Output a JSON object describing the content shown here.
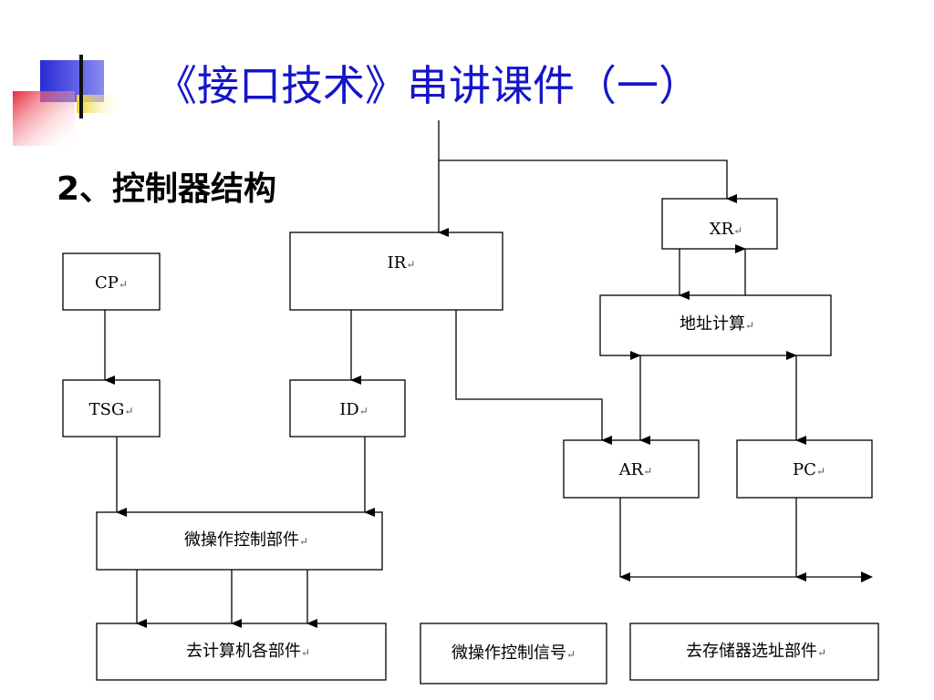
{
  "slide": {
    "title": "《接口技术》串讲课件（一）",
    "subtitle": "2、控制器结构"
  },
  "diagram": {
    "return_mark": "↵",
    "boxes": {
      "cp": "CP",
      "tsg": "TSG",
      "ir": "IR",
      "id": "ID",
      "xr": "XR",
      "addr_calc": "地址计算",
      "ar": "AR",
      "pc": "PC",
      "micro_ctrl": "微操作控制部件",
      "to_computer": "去计算机各部件",
      "micro_signal": "微操作控制信号",
      "to_memory": "去存储器选址部件"
    }
  },
  "colors": {
    "title": "#1515c8",
    "deco_blue": "#2a2ad8",
    "deco_yellow": "#f2d21e",
    "deco_red": "#e8283a"
  }
}
